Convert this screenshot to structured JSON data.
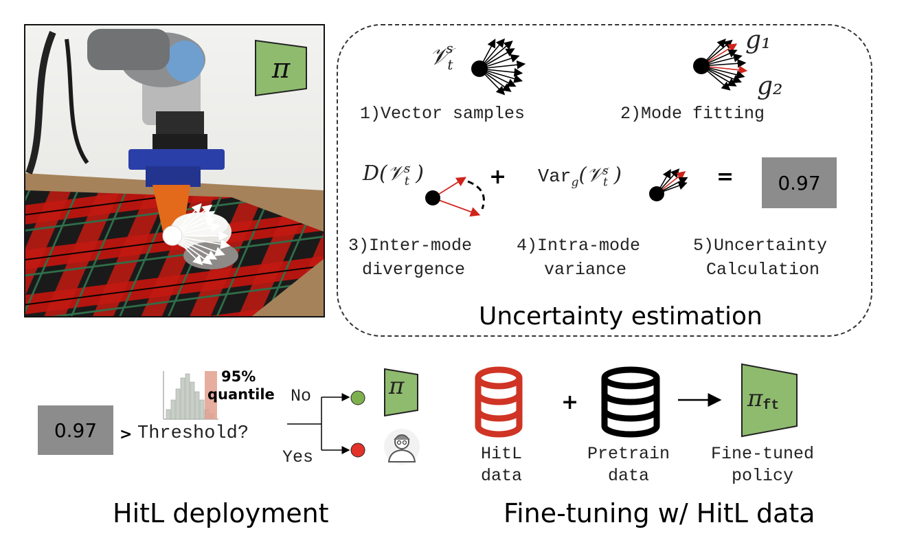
{
  "photo": {
    "policy_symbol": "π"
  },
  "uncertainty": {
    "title": "Uncertainty estimation",
    "v_symbol": "𝒱",
    "sub_t": "t",
    "sup_s": "s",
    "g1": "g₁",
    "g2": "g₂",
    "step1": "1)Vector samples",
    "step2": "2)Mode fitting",
    "div_text": "D(",
    "div_close": ")",
    "plus": "+",
    "var_text": "Var",
    "var_sub": "g",
    "equals": "=",
    "score": "0.97",
    "step3_line1": "3)Inter-mode",
    "step3_line2": "divergence",
    "step4_line1": "4)Intra-mode",
    "step4_line2": "variance",
    "step5_line1": "5)Uncertainty",
    "step5_line2": "Calculation"
  },
  "deployment": {
    "title": "HitL deployment",
    "score": "0.97",
    "gt": ">",
    "threshold": "Threshold?",
    "quantile_line1": "95%",
    "quantile_line2": "quantile",
    "no": "No",
    "yes": "Yes",
    "policy_symbol": "π"
  },
  "finetune": {
    "title": "Fine-tuning w/ HitL data",
    "plus": "+",
    "hitl_line1": "HitL",
    "hitl_line2": "data",
    "pretrain_line1": "Pretrain",
    "pretrain_line2": "data",
    "ft_line1": "Fine-tuned",
    "ft_line2": "policy",
    "policy_symbol": "π",
    "policy_sub": "ft"
  },
  "colors": {
    "policy_green": "#8fbb6e",
    "hitl_red": "#d03a2b",
    "score_grey": "#8c8c8c",
    "node_green": "#7fb04f",
    "node_red": "#e2322a"
  }
}
